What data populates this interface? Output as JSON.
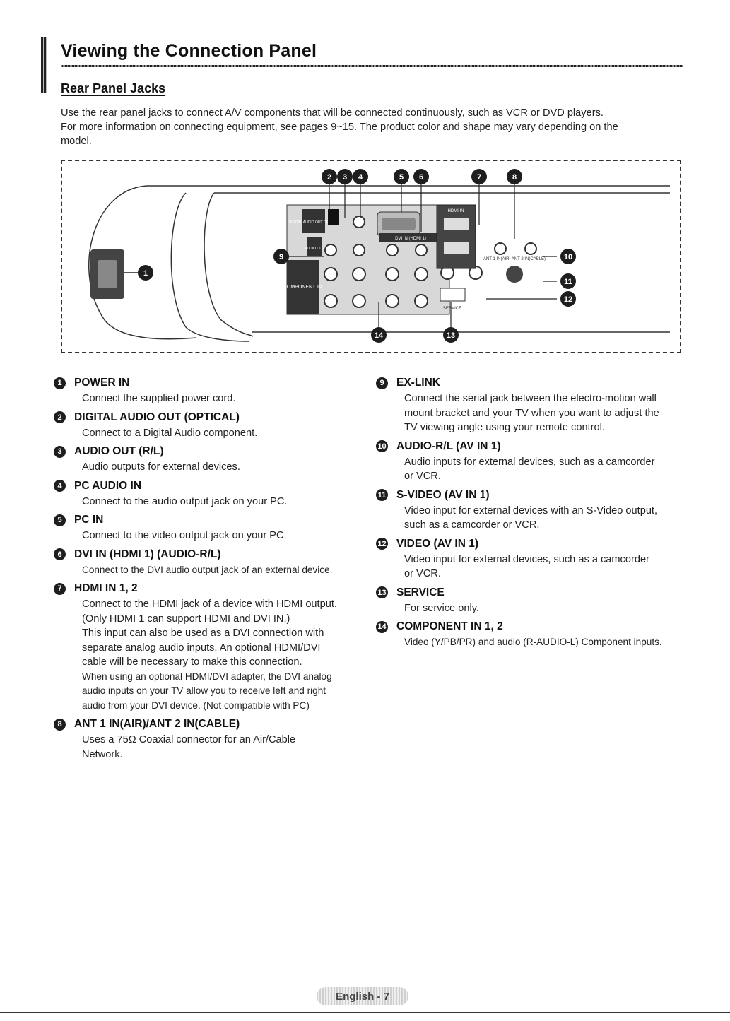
{
  "page_title": "Viewing the Connection Panel",
  "section_title": "Rear Panel Jacks",
  "intro": [
    "Use the rear panel jacks to connect A/V components that will be connected continuously, such as VCR or DVD players.",
    "For more information on connecting equipment, see pages 9~15. The product color and shape may vary depending on the",
    "model."
  ],
  "diagram": {
    "top_callouts": [
      "2",
      "3",
      "4",
      "5",
      "6",
      "7",
      "8"
    ],
    "left_callouts": [
      "1",
      "9"
    ],
    "right_callouts": [
      "10",
      "11",
      "12"
    ],
    "bottom_callouts": [
      "14",
      "13"
    ],
    "jack_labels": {
      "digital": "DIGITAL AUDIO OUT OPTICAL",
      "audio_out": "AUDIO OUT",
      "dvi_in": "DVI IN (HDMI 1)",
      "hdmi_in": "HDMI IN",
      "component": "COMPONENT IN",
      "ant": "ANT 1 IN(AIR)  ANT 2 IN(CABLE)",
      "service": "SERVICE"
    }
  },
  "left_items": [
    {
      "num": "1",
      "title": "POWER IN",
      "lines": [
        "Connect the supplied power cord."
      ]
    },
    {
      "num": "2",
      "title": "DIGITAL AUDIO OUT (OPTICAL)",
      "lines": [
        "Connect to a Digital Audio component."
      ]
    },
    {
      "num": "3",
      "title": "AUDIO OUT (R/L)",
      "lines": [
        "Audio outputs for external devices."
      ]
    },
    {
      "num": "4",
      "title": "PC AUDIO IN",
      "lines": [
        "Connect to the audio output jack on your PC."
      ]
    },
    {
      "num": "5",
      "title": "PC IN",
      "lines": [
        "Connect to the video output jack on your PC."
      ]
    },
    {
      "num": "6",
      "title": "DVI IN (HDMI 1) (AUDIO-R/L)",
      "lines": [
        "Connect to the DVI audio output jack of an external device."
      ]
    },
    {
      "num": "7",
      "title": "HDMI IN 1, 2",
      "lines": [
        "Connect to the HDMI jack of a device with HDMI output.",
        "(Only HDMI 1 can support HDMI and DVI IN.)",
        "This input can also be used as a DVI connection with",
        "separate analog audio inputs. An optional HDMI/DVI",
        "cable will be necessary to make this connection.",
        "When using an optional HDMI/DVI adapter, the DVI analog",
        "audio inputs on your TV allow you to receive left and right",
        "audio from your DVI device. (Not compatible with PC)"
      ]
    },
    {
      "num": "8",
      "title": "ANT 1 IN(AIR)/ANT 2 IN(CABLE)",
      "lines": [
        "Uses a 75Ω Coaxial connector for an Air/Cable",
        "Network."
      ]
    }
  ],
  "right_items": [
    {
      "num": "9",
      "title": "EX-LINK",
      "lines": [
        "Connect the serial jack between the electro-motion wall",
        "mount bracket and your TV when you want to adjust the",
        "TV viewing angle using your remote control."
      ]
    },
    {
      "num": "10",
      "title": "AUDIO-R/L (AV IN 1)",
      "lines": [
        "Audio inputs for external devices, such as a camcorder",
        "or VCR."
      ]
    },
    {
      "num": "11",
      "title": "S-VIDEO (AV IN 1)",
      "lines": [
        "Video input for external devices with an S-Video output,",
        "such as a camcorder or VCR."
      ]
    },
    {
      "num": "12",
      "title": "VIDEO (AV IN 1)",
      "lines": [
        "Video input for external devices, such as a camcorder",
        "or VCR."
      ]
    },
    {
      "num": "13",
      "title": "SERVICE",
      "lines": [
        "For service only."
      ]
    },
    {
      "num": "14",
      "title": "COMPONENT IN 1, 2",
      "lines": [
        "Video (Y/PB/PR) and audio (R-AUDIO-L) Component inputs."
      ]
    }
  ],
  "footer": "English - 7"
}
